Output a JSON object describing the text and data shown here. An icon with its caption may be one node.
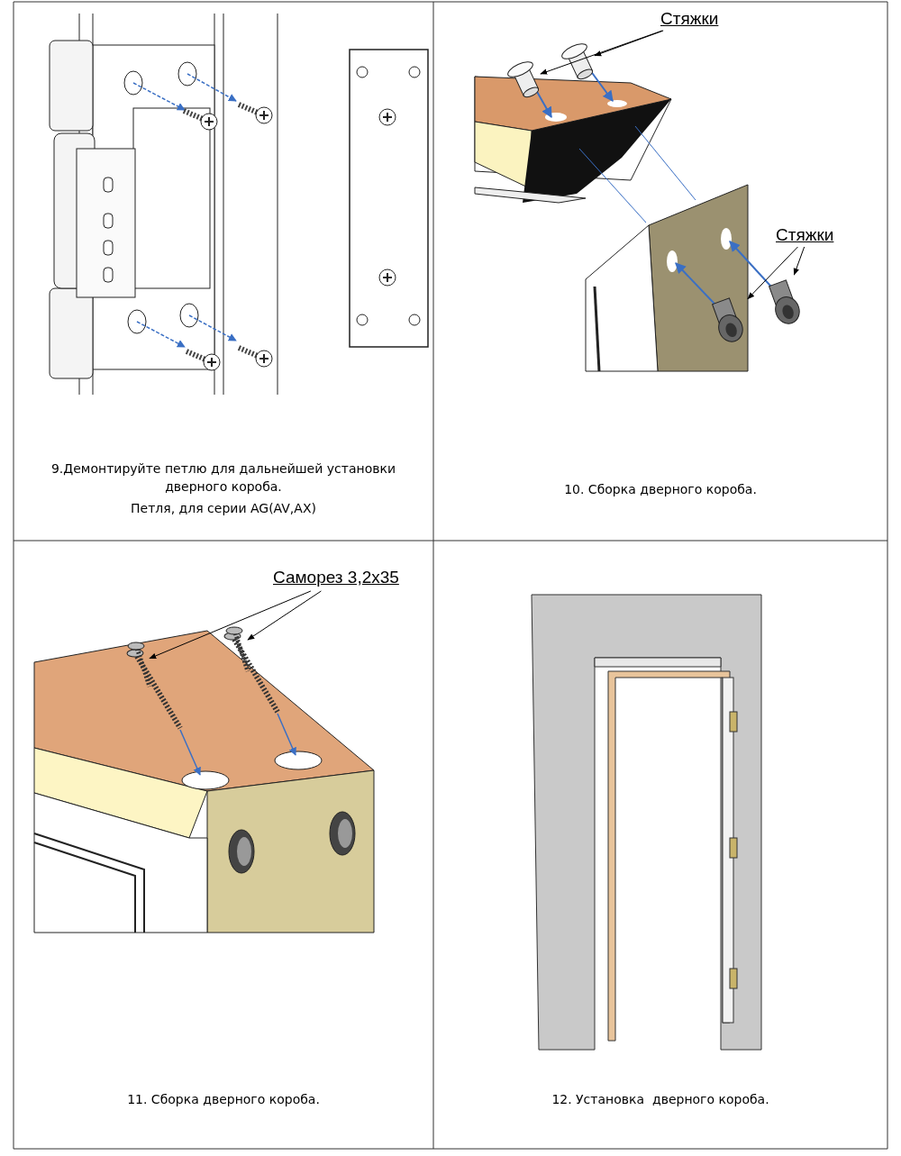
{
  "diagram": {
    "nodes": [
      {
        "text": [
          "Стяжки"
        ]
      },
      {
        "text": [],
        "shape": "cylinder"
      },
      {
        "text": [],
        "shape": "cylinder"
      },
      {
        "text": [
          "Стяжки"
        ]
      },
      {
        "text": [],
        "shape": "cylinder"
      },
      {
        "text": [],
        "shape": "cylinder"
      },
      {
        "text": [
          "Саморез 3,2х35"
        ]
      },
      {
        "text": [],
        "shape": "picture"
      },
      {
        "text": [],
        "shape": "picture"
      }
    ],
    "edges": [
      {
        "from": 0,
        "to": 1,
        "arrow": "to"
      },
      {
        "from": 0,
        "to": 2,
        "arrow": "to"
      },
      {
        "from": 3,
        "to": 4,
        "arrow": "to"
      },
      {
        "from": 3,
        "to": 5,
        "arrow": "to"
      },
      {
        "from": 6,
        "to": 7,
        "arrow": "to"
      },
      {
        "from": 6,
        "to": 8,
        "arrow": "to"
      }
    ],
    "labels": [
      "9.Демонтируйте петлю для дальнейшей установки дверного короба.",
      "Петля, для серии AG(AV,AX)",
      "10. Сборка дверного короба.",
      "11. Сборка дверного короба.",
      "12. Установка  дверного короба."
    ]
  }
}
